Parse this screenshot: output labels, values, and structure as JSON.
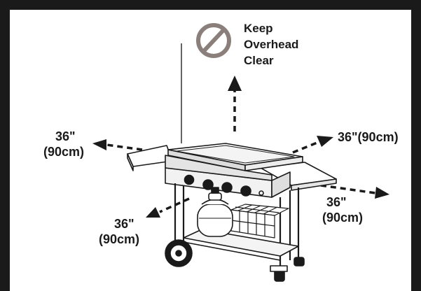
{
  "notice": {
    "line1": "Keep",
    "line2": "Overhead",
    "line3": "Clear",
    "icon": "prohibited-icon"
  },
  "clearances": {
    "left": {
      "line1": "36\"",
      "line2": "(90cm)"
    },
    "right_top": {
      "text": "36\"(90cm)"
    },
    "right_bottom": {
      "line1": "36\"",
      "line2": "(90cm)"
    },
    "front": {
      "line1": "36\"",
      "line2": "(90cm)"
    }
  },
  "colors": {
    "frame": "#1a1a1a",
    "icon_ring": "#8a7f7a",
    "ink": "#1a1a1a",
    "panel": "#ffffff"
  }
}
